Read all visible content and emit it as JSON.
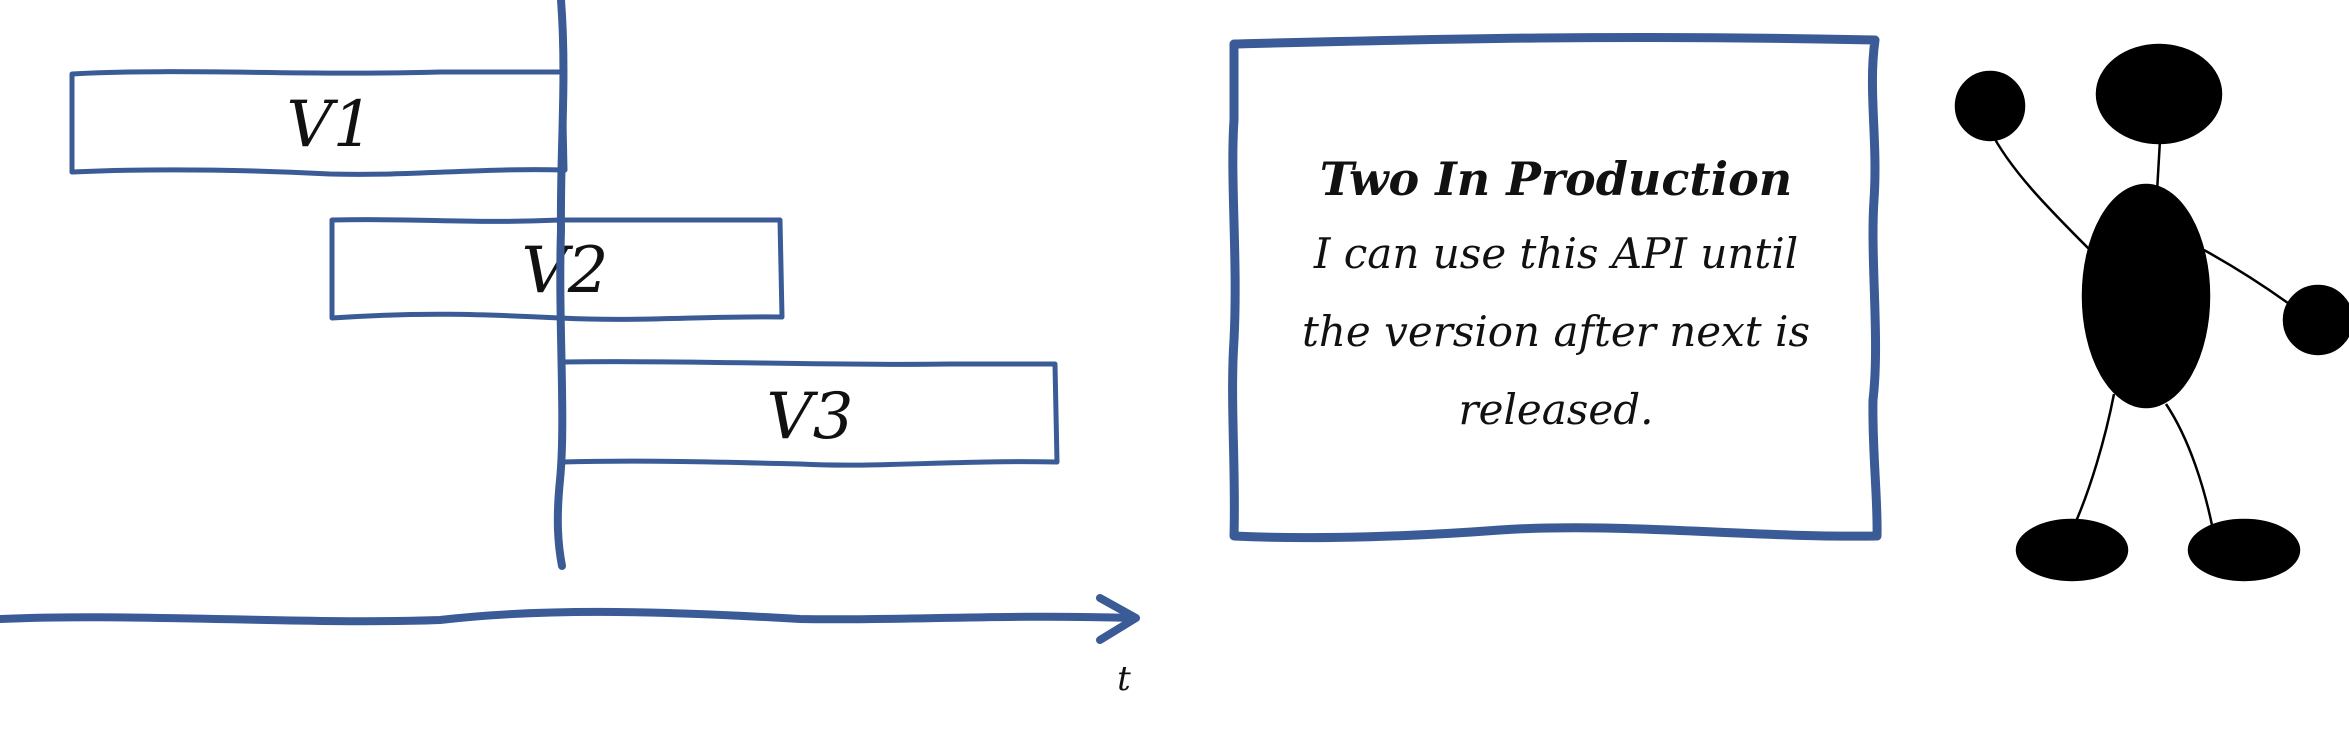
{
  "colors": {
    "stroke": "#3b5b96",
    "figure": "#000000",
    "text": "#111111",
    "background": "#ffffff"
  },
  "timeline": {
    "versions": [
      {
        "label": "V1"
      },
      {
        "label": "V2"
      },
      {
        "label": "V3"
      }
    ],
    "axis_label": "t"
  },
  "note": {
    "title": "Two In Production",
    "lines": [
      "I can use this API until",
      "the version after next is",
      "released."
    ]
  },
  "figure": {
    "icon": "stick-figure-icon"
  }
}
